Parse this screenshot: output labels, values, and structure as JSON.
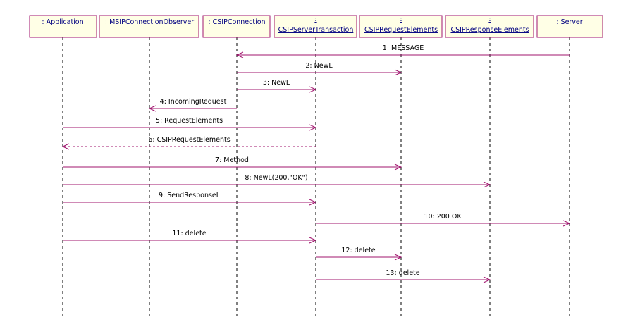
{
  "diagram": {
    "objects": [
      {
        "id": "app",
        "lines": [
          ": Application"
        ]
      },
      {
        "id": "observer",
        "lines": [
          ": MSIPConnectionObserver"
        ]
      },
      {
        "id": "conn",
        "lines": [
          ": CSIPConnection"
        ]
      },
      {
        "id": "trans",
        "lines": [
          ":",
          "CSIPServerTransaction"
        ]
      },
      {
        "id": "req",
        "lines": [
          ":",
          "CSIPRequestElements"
        ]
      },
      {
        "id": "resp",
        "lines": [
          ":",
          "CSIPResponseElements"
        ]
      },
      {
        "id": "server",
        "lines": [
          ": Server"
        ]
      }
    ],
    "messages": [
      {
        "label": "1: MESSAGE",
        "from": "server",
        "to": "conn",
        "kind": "call"
      },
      {
        "label": "2: NewL",
        "from": "conn",
        "to": "req",
        "kind": "call"
      },
      {
        "label": "3: NewL",
        "from": "conn",
        "to": "trans",
        "kind": "call"
      },
      {
        "label": "4: IncomingRequest",
        "from": "conn",
        "to": "observer",
        "kind": "call"
      },
      {
        "label": "5: RequestElements",
        "from": "app",
        "to": "trans",
        "kind": "call"
      },
      {
        "label": "6: CSIPRequestElements",
        "from": "trans",
        "to": "app",
        "kind": "return"
      },
      {
        "label": "7: Method",
        "from": "app",
        "to": "req",
        "kind": "call"
      },
      {
        "label": "8: NewL(200,\"OK\")",
        "from": "app",
        "to": "resp",
        "kind": "call"
      },
      {
        "label": "9: SendResponseL",
        "from": "app",
        "to": "trans",
        "kind": "call"
      },
      {
        "label": "10: 200 OK",
        "from": "trans",
        "to": "server",
        "kind": "call"
      },
      {
        "label": "11: delete",
        "from": "app",
        "to": "trans",
        "kind": "call"
      },
      {
        "label": "12: delete",
        "from": "trans",
        "to": "req",
        "kind": "call"
      },
      {
        "label": "13: delete",
        "from": "trans",
        "to": "resp",
        "kind": "call"
      }
    ]
  }
}
